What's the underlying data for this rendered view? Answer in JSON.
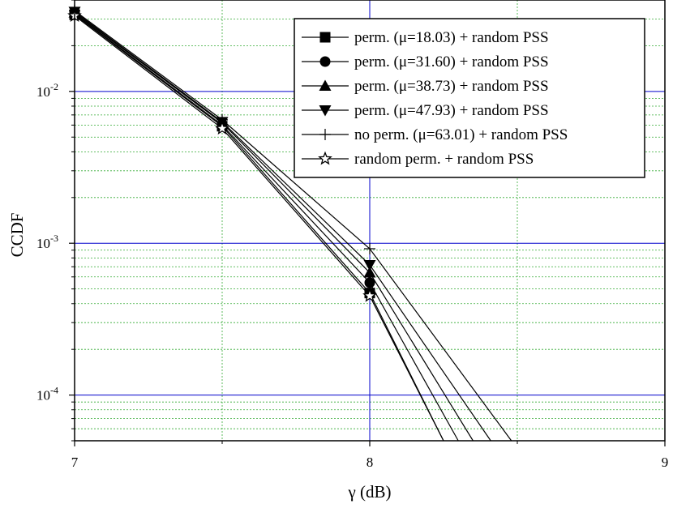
{
  "chart_data": {
    "type": "line",
    "title": "",
    "xlabel": "γ (dB)",
    "ylabel": "CCDF",
    "xlim": [
      7,
      9
    ],
    "ylim": [
      5e-05,
      0.04
    ],
    "yscale": "log",
    "x_ticks": [
      {
        "value": 7,
        "label": "7"
      },
      {
        "value": 8,
        "label": "8"
      },
      {
        "value": 9,
        "label": "9"
      }
    ],
    "y_ticks": [
      {
        "value": 0.01,
        "base": "10",
        "exp": "-2"
      },
      {
        "value": 0.001,
        "base": "10",
        "exp": "-3"
      },
      {
        "value": 0.0001,
        "base": "10",
        "exp": "-4"
      }
    ],
    "grid": {
      "major": true,
      "minor": true,
      "major_color": "#0000cc",
      "minor_color": "#33aa33"
    },
    "legend_position": "top-right",
    "series": [
      {
        "name": "perm. (μ=18.03) + random PSS",
        "marker": "square",
        "x": [
          7,
          7.5,
          8,
          8.25
        ],
        "y": [
          0.032,
          0.0059,
          0.00047,
          5e-05
        ]
      },
      {
        "name": "perm. (μ=31.60) + random PSS",
        "marker": "circle",
        "x": [
          7,
          7.5,
          8,
          8.3
        ],
        "y": [
          0.0325,
          0.006,
          0.00055,
          5e-05
        ]
      },
      {
        "name": "perm. (μ=38.73) + random PSS",
        "marker": "triangle-up",
        "x": [
          7,
          7.5,
          8,
          8.35
        ],
        "y": [
          0.033,
          0.0062,
          0.00064,
          5e-05
        ]
      },
      {
        "name": "perm. (μ=47.93) + random PSS",
        "marker": "triangle-down",
        "x": [
          7,
          7.5,
          8,
          8.41
        ],
        "y": [
          0.0335,
          0.0063,
          0.00072,
          5e-05
        ]
      },
      {
        "name": "no perm. (μ=63.01) + random PSS",
        "marker": "plus",
        "x": [
          7,
          7.5,
          8,
          8.48
        ],
        "y": [
          0.034,
          0.0065,
          0.00092,
          5e-05
        ]
      },
      {
        "name": "random perm. + random PSS",
        "marker": "star",
        "x": [
          7,
          7.5,
          8,
          8.25
        ],
        "y": [
          0.0315,
          0.0057,
          0.00045,
          5e-05
        ]
      }
    ]
  }
}
